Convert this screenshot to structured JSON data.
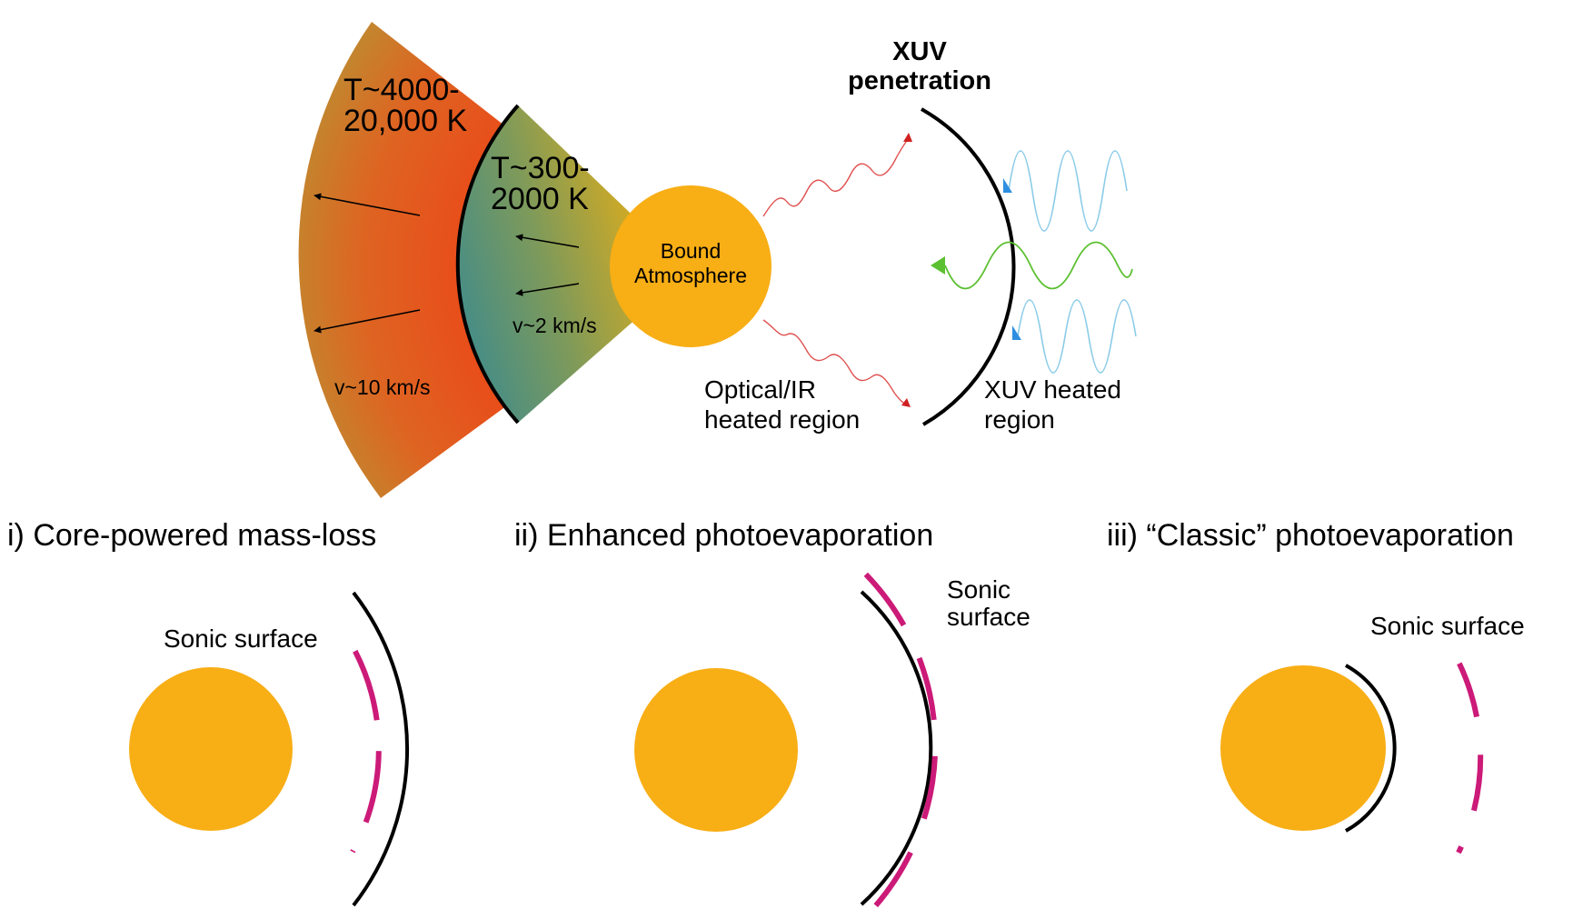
{
  "top": {
    "outer_temp_line1": "T~4000-",
    "outer_temp_line2": "20,000 K",
    "inner_temp_line1": "T~300-",
    "inner_temp_line2": "2000 K",
    "bound_line1": "Bound",
    "bound_line2": "Atmosphere",
    "inner_velocity": "v~2 km/s",
    "outer_velocity": "v~10 km/s",
    "xuv_title_line1": "XUV",
    "xuv_title_line2": "penetration",
    "optical_line1": "Optical/IR",
    "optical_line2": "heated region",
    "xuv_heated_line1": "XUV heated",
    "xuv_heated_line2": "region"
  },
  "panels": {
    "core": {
      "title": "i) Core-powered mass-loss",
      "sonic": "Sonic surface"
    },
    "enhanced": {
      "title": "ii) Enhanced photoevaporation",
      "sonic_line1": "Sonic",
      "sonic_line2": "surface"
    },
    "classic": {
      "title": "iii) “Classic” photoevaporation",
      "sonic": "Sonic surface"
    }
  },
  "colors": {
    "planet": "#F8AE15",
    "sonic": "#CC1A78",
    "outer_wedge": "#D85A20",
    "inner_wedge_teal": "#3A8A90",
    "optical_wave": "#E05050",
    "xuv_wave_blue": "#8ACBE8",
    "xuv_wave_green": "#5CC030",
    "arrow_blue": "#2E8FE0",
    "arrow_green": "#5CC030"
  }
}
